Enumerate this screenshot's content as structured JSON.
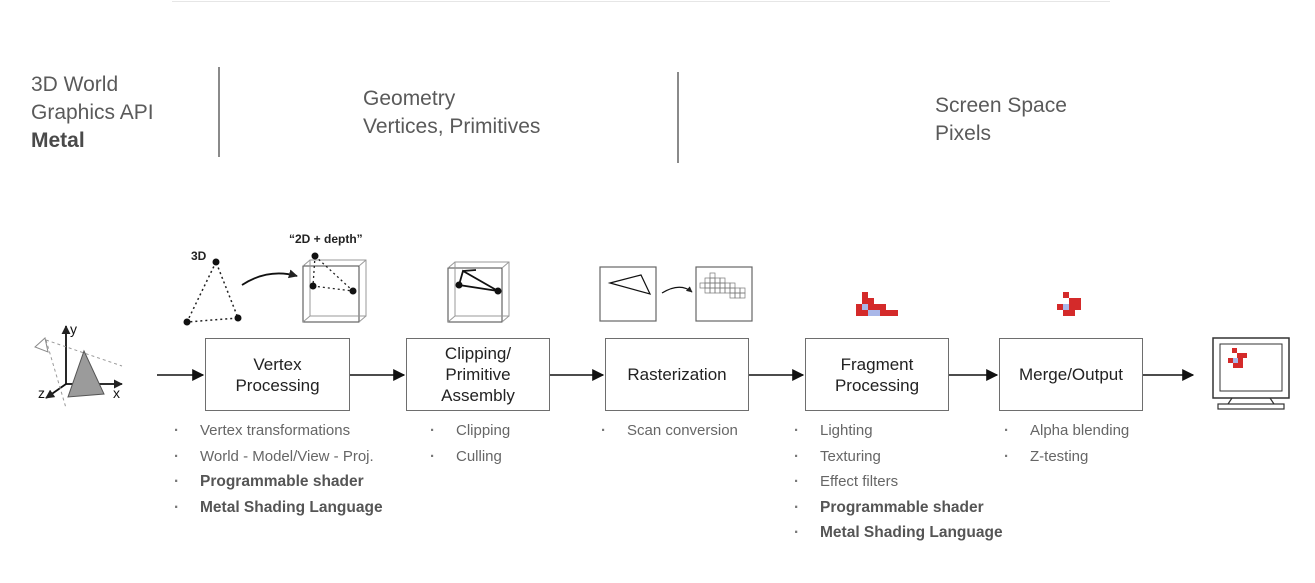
{
  "header": {
    "left_lines": [
      "3D World",
      "Graphics API"
    ],
    "left_bold": "Metal",
    "geometry_lines": [
      "Geometry",
      "Vertices, Primitives"
    ],
    "screen_lines": [
      "Screen Space",
      "Pixels"
    ]
  },
  "illustrations": {
    "label_3d": "3D",
    "label_2d_depth": "“2D + depth”",
    "axis_y": "y",
    "axis_x": "x",
    "axis_z": "z"
  },
  "stages": [
    {
      "label": "Vertex\nProcessing",
      "bullets": [
        "Vertex transformations",
        "World - Model/View - Proj."
      ],
      "bold_bullets": [
        "Programmable shader",
        "Metal Shading Language"
      ]
    },
    {
      "label": "Clipping/\nPrimitive\nAssembly",
      "bullets": [
        "Clipping",
        "Culling"
      ],
      "bold_bullets": []
    },
    {
      "label": "Rasterization",
      "bullets": [
        "Scan conversion"
      ],
      "bold_bullets": []
    },
    {
      "label": "Fragment\nProcessing",
      "bullets": [
        "Lighting",
        "Texturing",
        "Effect filters"
      ],
      "bold_bullets": [
        "Programmable shader",
        "Metal Shading Language"
      ]
    },
    {
      "label": "Merge/Output",
      "bullets": [
        "Alpha blending",
        "Z-testing"
      ],
      "bold_bullets": []
    }
  ],
  "colors": {
    "pixel_red": "#d42a2a",
    "pixel_blue": "#a9b7e8",
    "box_border": "#6e6e6e"
  }
}
